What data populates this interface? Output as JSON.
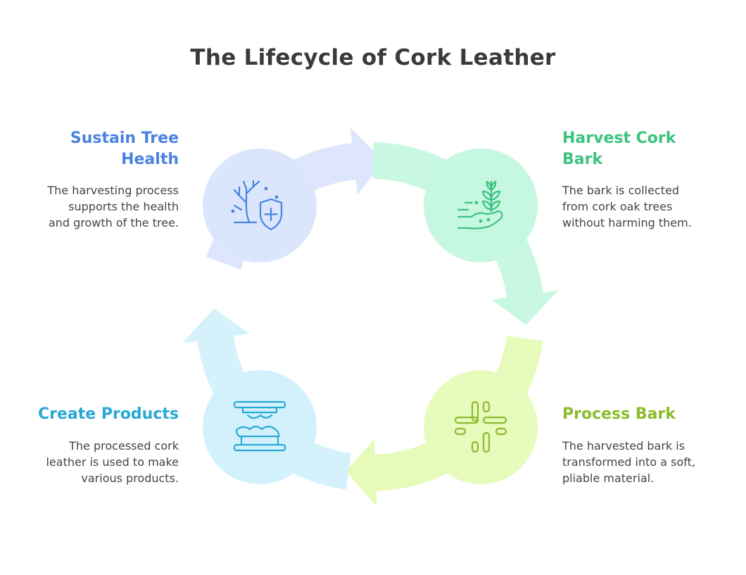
{
  "title": "The Lifecycle of Cork Leather",
  "steps": [
    {
      "title_lines": [
        "Sustain Tree",
        "Health"
      ],
      "description_lines": [
        "The harvesting process",
        "supports the health",
        "and growth of the tree."
      ],
      "icon": "tree-shield-icon",
      "color": "#4a82e0",
      "circle_color": "#dbe6fd",
      "arc_color": "#dde6fc"
    },
    {
      "title_lines": [
        "Harvest Cork",
        "Bark"
      ],
      "description_lines": [
        "The bark is collected",
        "from cork oak trees",
        "without harming them."
      ],
      "icon": "hand-wheat-icon",
      "color": "#3cc37f",
      "circle_color": "#c6f7e1",
      "arc_color": "#c9f8e2"
    },
    {
      "title_lines": [
        "Process Bark"
      ],
      "description_lines": [
        "The harvested bark is",
        "transformed into a soft,",
        "pliable material."
      ],
      "icon": "process-dashes-icon",
      "color": "#8cbc2e",
      "circle_color": "#e6fbbc",
      "arc_color": "#e6fbba"
    },
    {
      "title_lines": [
        "Create Products"
      ],
      "description_lines": [
        "The processed cork",
        "leather is used to make",
        "various products."
      ],
      "icon": "press-material-icon",
      "color": "#2aa8d4",
      "circle_color": "#d2f1fc",
      "arc_color": "#d4f1fc"
    }
  ]
}
